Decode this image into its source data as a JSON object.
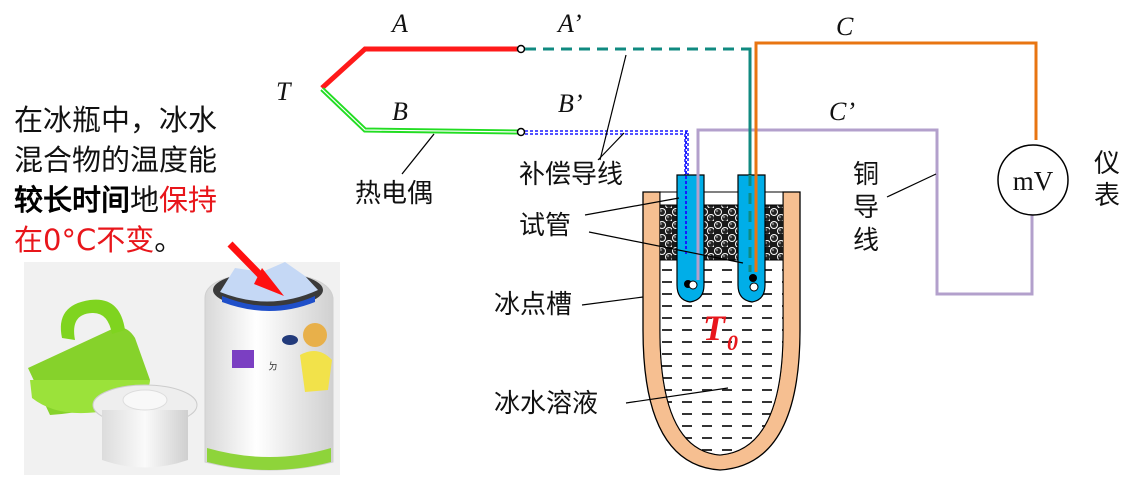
{
  "note": {
    "line1": "在冰瓶中，冰水",
    "line2": "混合物的温度能",
    "line3_bold": "较长时间",
    "line3_plain": "地",
    "line3_red": "保持",
    "line4_red": "在0°C不变",
    "line4_end": "。"
  },
  "labels": {
    "T": "T",
    "A": "A",
    "A_prime": "A’",
    "B": "B",
    "B_prime": "B’",
    "C": "C",
    "C_prime": "C’",
    "thermocouple": "热电偶",
    "compensation_wire": "补偿导线",
    "test_tube": "试管",
    "ice_point_bath": "冰点槽",
    "ice_water_solution": "冰水溶液",
    "copper_wire_1": "铜",
    "copper_wire_2": "导",
    "copper_wire_3": "线",
    "meter_unit": "mV",
    "meter_1": "仪",
    "meter_2": "表",
    "T0_main": "T",
    "T0_sub": "0"
  },
  "colors": {
    "wire_A": "#ff1a1a",
    "wire_B": "#22dd22",
    "wire_A_prime": "#108a80",
    "wire_B_prime": "#1a1aff",
    "wire_C": "#e87511",
    "wire_C_prime": "#b3a0cc",
    "tube": "#00aee8",
    "bath": "#f6bf91",
    "T0": "#e8161b"
  },
  "photo": {
    "description": "ice-bottle-photo"
  }
}
